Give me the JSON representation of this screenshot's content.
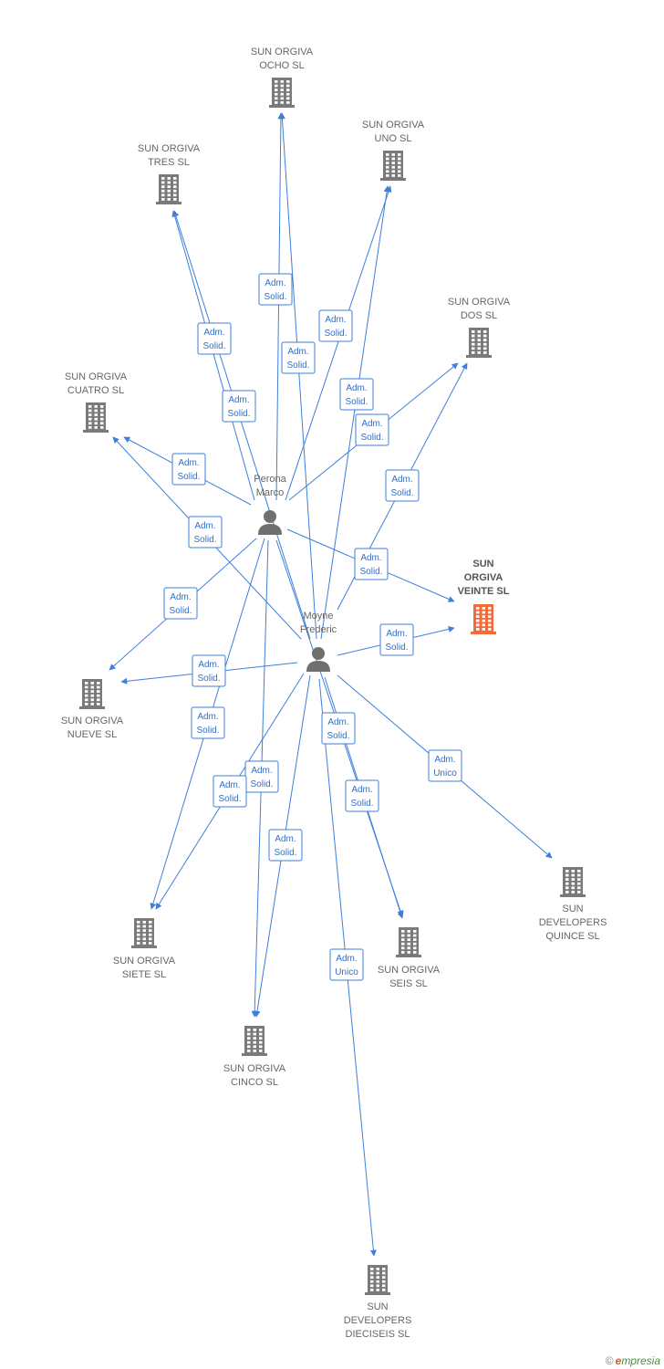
{
  "colors": {
    "edge": "#3d7fdb",
    "company": "#7a7a7a",
    "company_highlight": "#f26a3a",
    "person": "#6f6f6f",
    "edge_text": "#2f6fc9"
  },
  "nodes": [
    {
      "id": "ocho",
      "type": "company",
      "label": [
        "SUN ORGIVA",
        "OCHO SL"
      ]
    },
    {
      "id": "uno",
      "type": "company",
      "label": [
        "SUN ORGIVA",
        "UNO SL"
      ]
    },
    {
      "id": "tres",
      "type": "company",
      "label": [
        "SUN ORGIVA",
        "TRES SL"
      ]
    },
    {
      "id": "dos",
      "type": "company",
      "label": [
        "SUN ORGIVA",
        "DOS SL"
      ]
    },
    {
      "id": "cuatro",
      "type": "company",
      "label": [
        "SUN ORGIVA",
        "CUATRO SL"
      ]
    },
    {
      "id": "veinte",
      "type": "company",
      "highlight": true,
      "label": [
        "SUN",
        "ORGIVA",
        "VEINTE SL"
      ]
    },
    {
      "id": "nueve",
      "type": "company",
      "label": [
        "SUN ORGIVA",
        "NUEVE SL"
      ]
    },
    {
      "id": "quince",
      "type": "company",
      "label": [
        "SUN",
        "DEVELOPERS",
        "QUINCE SL"
      ]
    },
    {
      "id": "siete",
      "type": "company",
      "label": [
        "SUN ORGIVA",
        "SIETE SL"
      ]
    },
    {
      "id": "seis",
      "type": "company",
      "label": [
        "SUN ORGIVA",
        "SEIS SL"
      ]
    },
    {
      "id": "cinco",
      "type": "company",
      "label": [
        "SUN ORGIVA",
        "CINCO SL"
      ]
    },
    {
      "id": "dieciseis",
      "type": "company",
      "label": [
        "SUN",
        "DEVELOPERS",
        "DIECISEIS SL"
      ]
    },
    {
      "id": "perona",
      "type": "person",
      "label": [
        "Perona",
        "Marco"
      ]
    },
    {
      "id": "moyne",
      "type": "person",
      "label": [
        "Moyne",
        "Frederic"
      ]
    }
  ],
  "edges": [
    {
      "from": "perona",
      "to": "ocho",
      "label": [
        "Adm.",
        "Solid."
      ]
    },
    {
      "from": "perona",
      "to": "uno",
      "label": [
        "Adm.",
        "Solid."
      ]
    },
    {
      "from": "perona",
      "to": "tres",
      "label": [
        "Adm.",
        "Solid."
      ]
    },
    {
      "from": "perona",
      "to": "dos",
      "label": [
        "Adm.",
        "Solid."
      ]
    },
    {
      "from": "perona",
      "to": "cuatro",
      "label": [
        "Adm.",
        "Solid."
      ]
    },
    {
      "from": "perona",
      "to": "veinte",
      "label": [
        "Adm.",
        "Solid."
      ]
    },
    {
      "from": "perona",
      "to": "nueve",
      "label": [
        "Adm.",
        "Solid."
      ]
    },
    {
      "from": "perona",
      "to": "siete",
      "label": [
        "Adm.",
        "Solid."
      ]
    },
    {
      "from": "perona",
      "to": "cinco",
      "label": [
        "Adm.",
        "Solid."
      ]
    },
    {
      "from": "perona",
      "to": "seis",
      "label": [
        "Adm.",
        "Solid."
      ]
    },
    {
      "from": "moyne",
      "to": "ocho",
      "label": [
        "Adm.",
        "Solid."
      ]
    },
    {
      "from": "moyne",
      "to": "uno",
      "label": [
        "Adm.",
        "Solid."
      ]
    },
    {
      "from": "moyne",
      "to": "tres",
      "label": [
        "Adm.",
        "Solid."
      ]
    },
    {
      "from": "moyne",
      "to": "dos",
      "label": [
        "Adm.",
        "Solid."
      ]
    },
    {
      "from": "moyne",
      "to": "cuatro",
      "label": [
        "Adm.",
        "Solid."
      ]
    },
    {
      "from": "moyne",
      "to": "veinte",
      "label": [
        "Adm.",
        "Solid."
      ]
    },
    {
      "from": "moyne",
      "to": "nueve",
      "label": [
        "Adm.",
        "Solid."
      ]
    },
    {
      "from": "moyne",
      "to": "siete",
      "label": [
        "Adm.",
        "Solid."
      ]
    },
    {
      "from": "moyne",
      "to": "cinco",
      "label": [
        "Adm.",
        "Solid."
      ]
    },
    {
      "from": "moyne",
      "to": "seis",
      "label": [
        "Adm.",
        "Solid."
      ]
    },
    {
      "from": "moyne",
      "to": "quince",
      "label": [
        "Adm.",
        "Unico"
      ]
    },
    {
      "from": "moyne",
      "to": "dieciseis",
      "label": [
        "Adm.",
        "Unico"
      ]
    }
  ],
  "footer": {
    "copyright": "©",
    "brand_initial": "e",
    "brand_rest": "mpresia"
  }
}
